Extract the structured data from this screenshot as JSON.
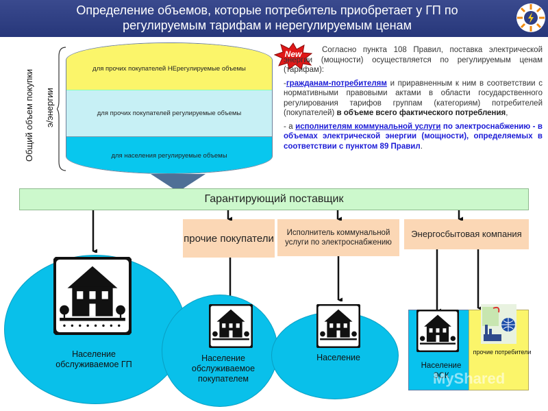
{
  "header": {
    "title_line1": "Определение объемов, которые потребитель приобретает у ГП по",
    "title_line2": "регулируемым тарифам и нерегулируемым ценам"
  },
  "side": {
    "label_1": "Общий объем покупки",
    "label_2": "э/энергии"
  },
  "barrel": {
    "layer_1": "для прочих покупателей НЕрегулируемые объемы",
    "layer_2": "для прочих покупателей регулируемые объемы",
    "layer_3": "для населения регулируемые объемы"
  },
  "badge": {
    "text": "New"
  },
  "info": {
    "p1": "Согласно пункта 108 Правил, поставка электрической энергии (мощности) осуществляется по регулируемым ценам (тарифам):",
    "p2_prefix": "-",
    "p2_link": "гражданам-потребителям",
    "p2_text": " и приравненным к ним в соответствии с нормативными правовыми актами в области государственного регулирования тарифов группам (категориям) потребителей (покупателей) ",
    "p2_bold": "в объеме всего фактического потребления",
    "p2_end": ",",
    "p3_prefix": "- а ",
    "p3_link": "исполнителям коммунальной услуги",
    "p3_bold": " по электроснабжению - в объемах электрической энергии (мощности), определяемых в соответствии с пунктом 89 Правил",
    "p3_end": "."
  },
  "gp": {
    "label": "Гарантирующий поставщик"
  },
  "boxes": {
    "other_buyers": "прочие покупатели",
    "utility_provider": "Исполнитель коммунальной услуги по электроснабжению",
    "energy_company": "Энергосбытовая компания"
  },
  "groups": {
    "pop_gp": "Население обслуживаемое ГП",
    "pop_buyer": "Население обслуживаемое покупателем",
    "pop": "Население",
    "pop_esk": "Население ЭСК",
    "other_consumers": "прочие потребители"
  },
  "watermark": "MyShared",
  "colors": {
    "header": "#2f3f84",
    "yellow": "#fbf56a",
    "light_cyan": "#c7f0f5",
    "cyan": "#09c0ea",
    "green_bar": "#ccf8cc",
    "peach": "#fbd7b5",
    "link_blue": "#1b1bd6",
    "badge_red": "#e01818"
  }
}
